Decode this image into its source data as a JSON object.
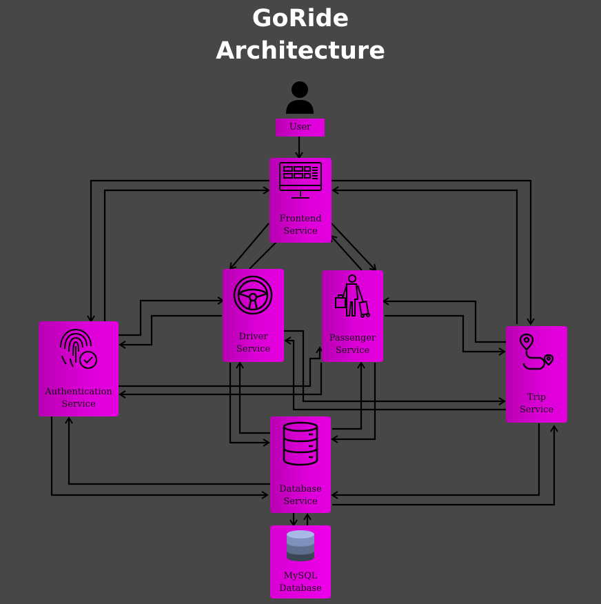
{
  "diagram": {
    "title_line1": "GoRide",
    "title_line2": "Architecture",
    "nodes": {
      "user": {
        "label": "User",
        "icon": "user-icon"
      },
      "frontend": {
        "line1": "Frontend",
        "line2": "Service",
        "icon": "monitor-icon"
      },
      "driver": {
        "line1": "Driver",
        "line2": "Service",
        "icon": "steering-wheel-icon"
      },
      "passenger": {
        "line1": "Passenger",
        "line2": "Service",
        "icon": "traveler-luggage-icon"
      },
      "auth": {
        "line1": "Authentication",
        "line2": "Service",
        "icon": "fingerprint-check-icon"
      },
      "trip": {
        "line1": "Trip",
        "line2": "Service",
        "icon": "route-icon"
      },
      "database": {
        "line1": "Database",
        "line2": "Service",
        "icon": "database-icon"
      },
      "mysql": {
        "line1": "MySQL",
        "line2": "Database",
        "icon": "stacked-database-icon"
      }
    },
    "colors": {
      "background": "#474747",
      "node": "#e000dc",
      "edge": "#000000",
      "title": "#ffffff"
    }
  }
}
